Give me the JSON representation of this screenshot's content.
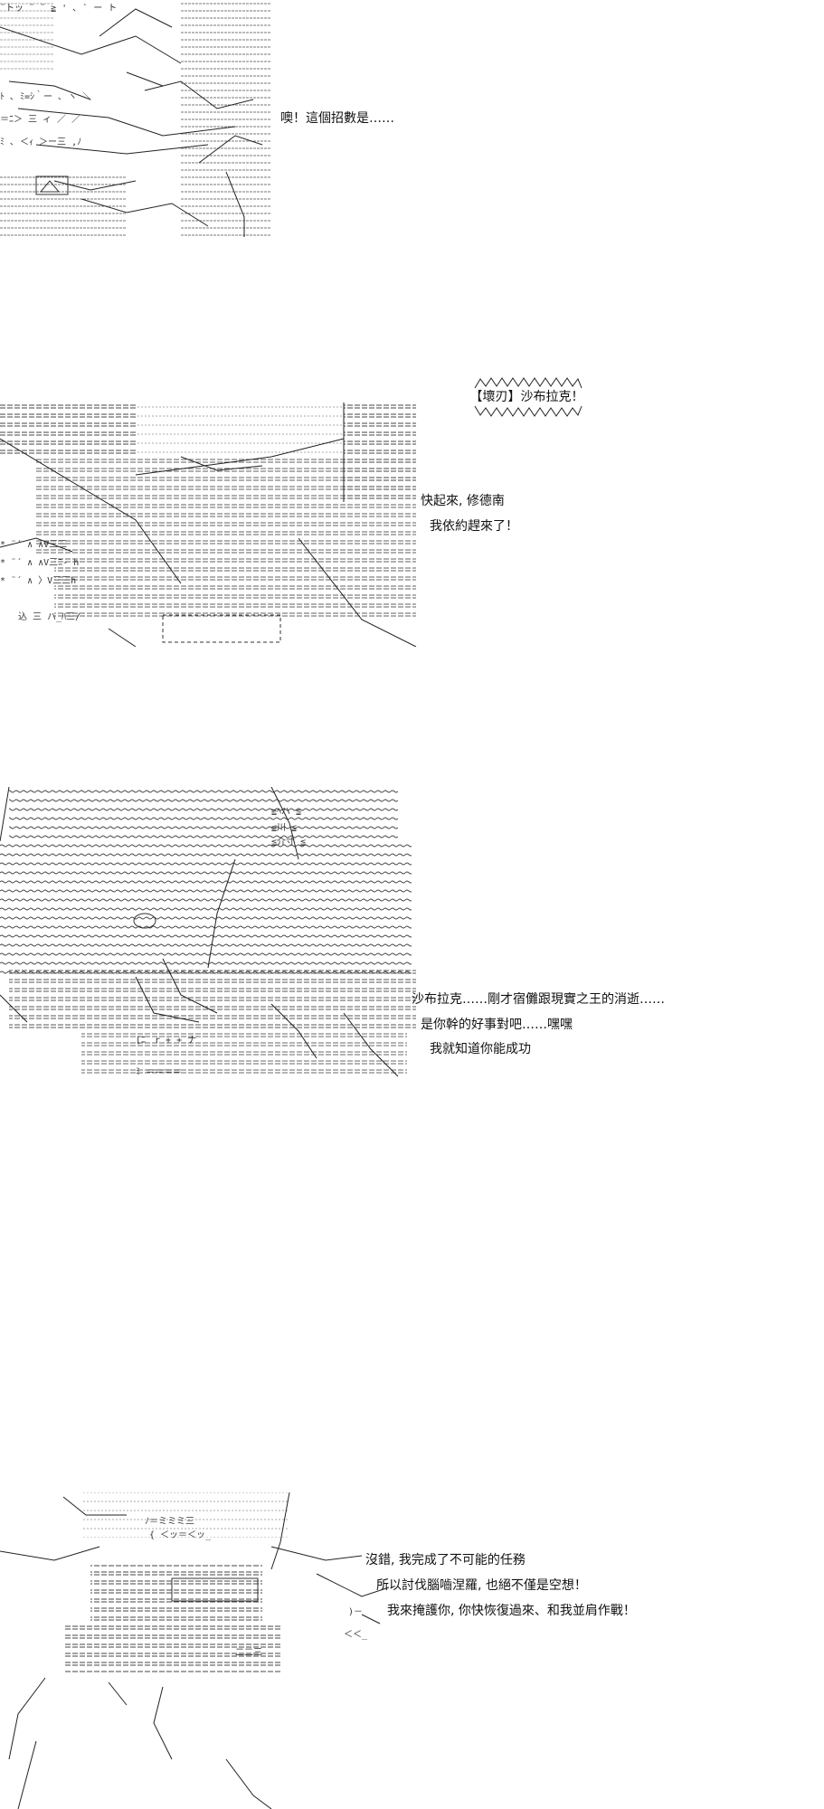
{
  "panels": [
    {
      "art": "aa-art-figure-closeup",
      "lines": [
        "噢！這個招數是……"
      ]
    },
    {
      "art": "aa-art-blade-clash",
      "shout": "【壞刃】沙布拉克！",
      "lines": [
        "快起來, 修德南",
        "我依約趕來了！"
      ]
    },
    {
      "art": "aa-art-armored-figure",
      "lines": [
        "沙布拉克……剛才宿儺跟現實之王的消逝……",
        "是你幹的好事對吧……嘿嘿",
        "我就知道你能成功"
      ]
    },
    {
      "art": "aa-art-helmet-figure",
      "lines": [
        "沒錯, 我完成了不可能的任務",
        "所以討伐腦嚙涅羅, 也絕不僅是空想！",
        "我來掩護你, 你快恢復過來、和我並肩作戰！"
      ]
    }
  ]
}
